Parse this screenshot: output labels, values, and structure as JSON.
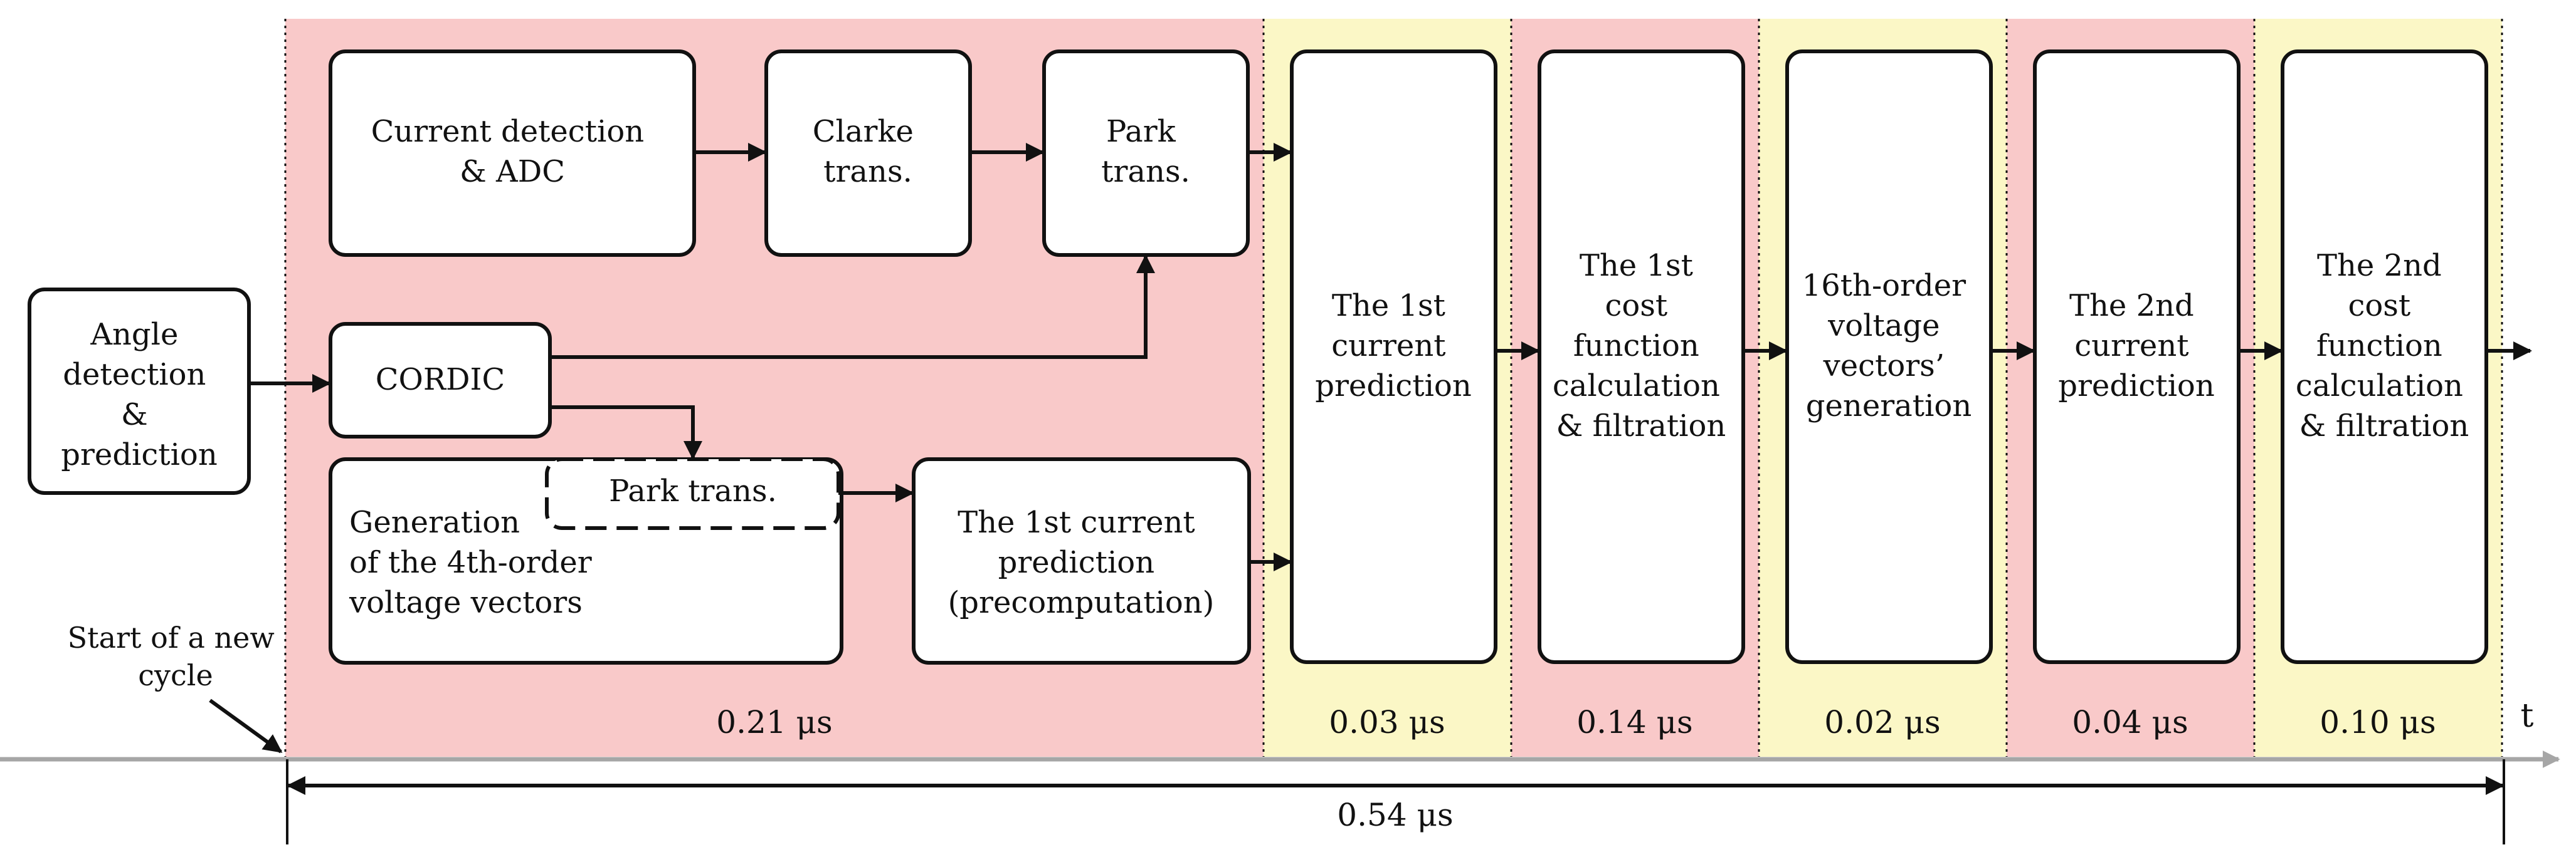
{
  "colors": {
    "pink_band": "#f9c9c9",
    "yellow_band": "#fbf7c6",
    "timeline": "#a6a6a6",
    "stroke": "#111111"
  },
  "start_label": [
    "Start of a new",
    "cycle"
  ],
  "angle_block": [
    "Angle",
    "detection",
    "&",
    "prediction"
  ],
  "blocks": {
    "current_detection": [
      "Current detection",
      "& ADC"
    ],
    "clarke": [
      "Clarke",
      "trans."
    ],
    "park": [
      "Park",
      "trans."
    ],
    "cordic": [
      "CORDIC"
    ],
    "generation": [
      "Generation",
      "of the 4th-order",
      "voltage vectors"
    ],
    "park_dashed": [
      "Park trans."
    ],
    "precomputation": [
      "The 1st current",
      "prediction",
      "(precomputation)"
    ],
    "stage1": [
      "The 1st",
      "current",
      "prediction"
    ],
    "stage2": [
      "The 1st",
      "cost",
      "function",
      "calculation",
      "& filtration"
    ],
    "stage3": [
      "16th-order",
      "voltage",
      "vectors’",
      "generation"
    ],
    "stage4": [
      "The 2nd",
      "current",
      "prediction"
    ],
    "stage5": [
      "The 2nd",
      "cost",
      "function",
      "calculation",
      "& filtration"
    ]
  },
  "durations": [
    "0.21 μs",
    "0.03 μs",
    "0.14 μs",
    "0.02 μs",
    "0.04 μs",
    "0.10 μs"
  ],
  "time_axis_label": "t",
  "total_duration": "0.54 μs"
}
